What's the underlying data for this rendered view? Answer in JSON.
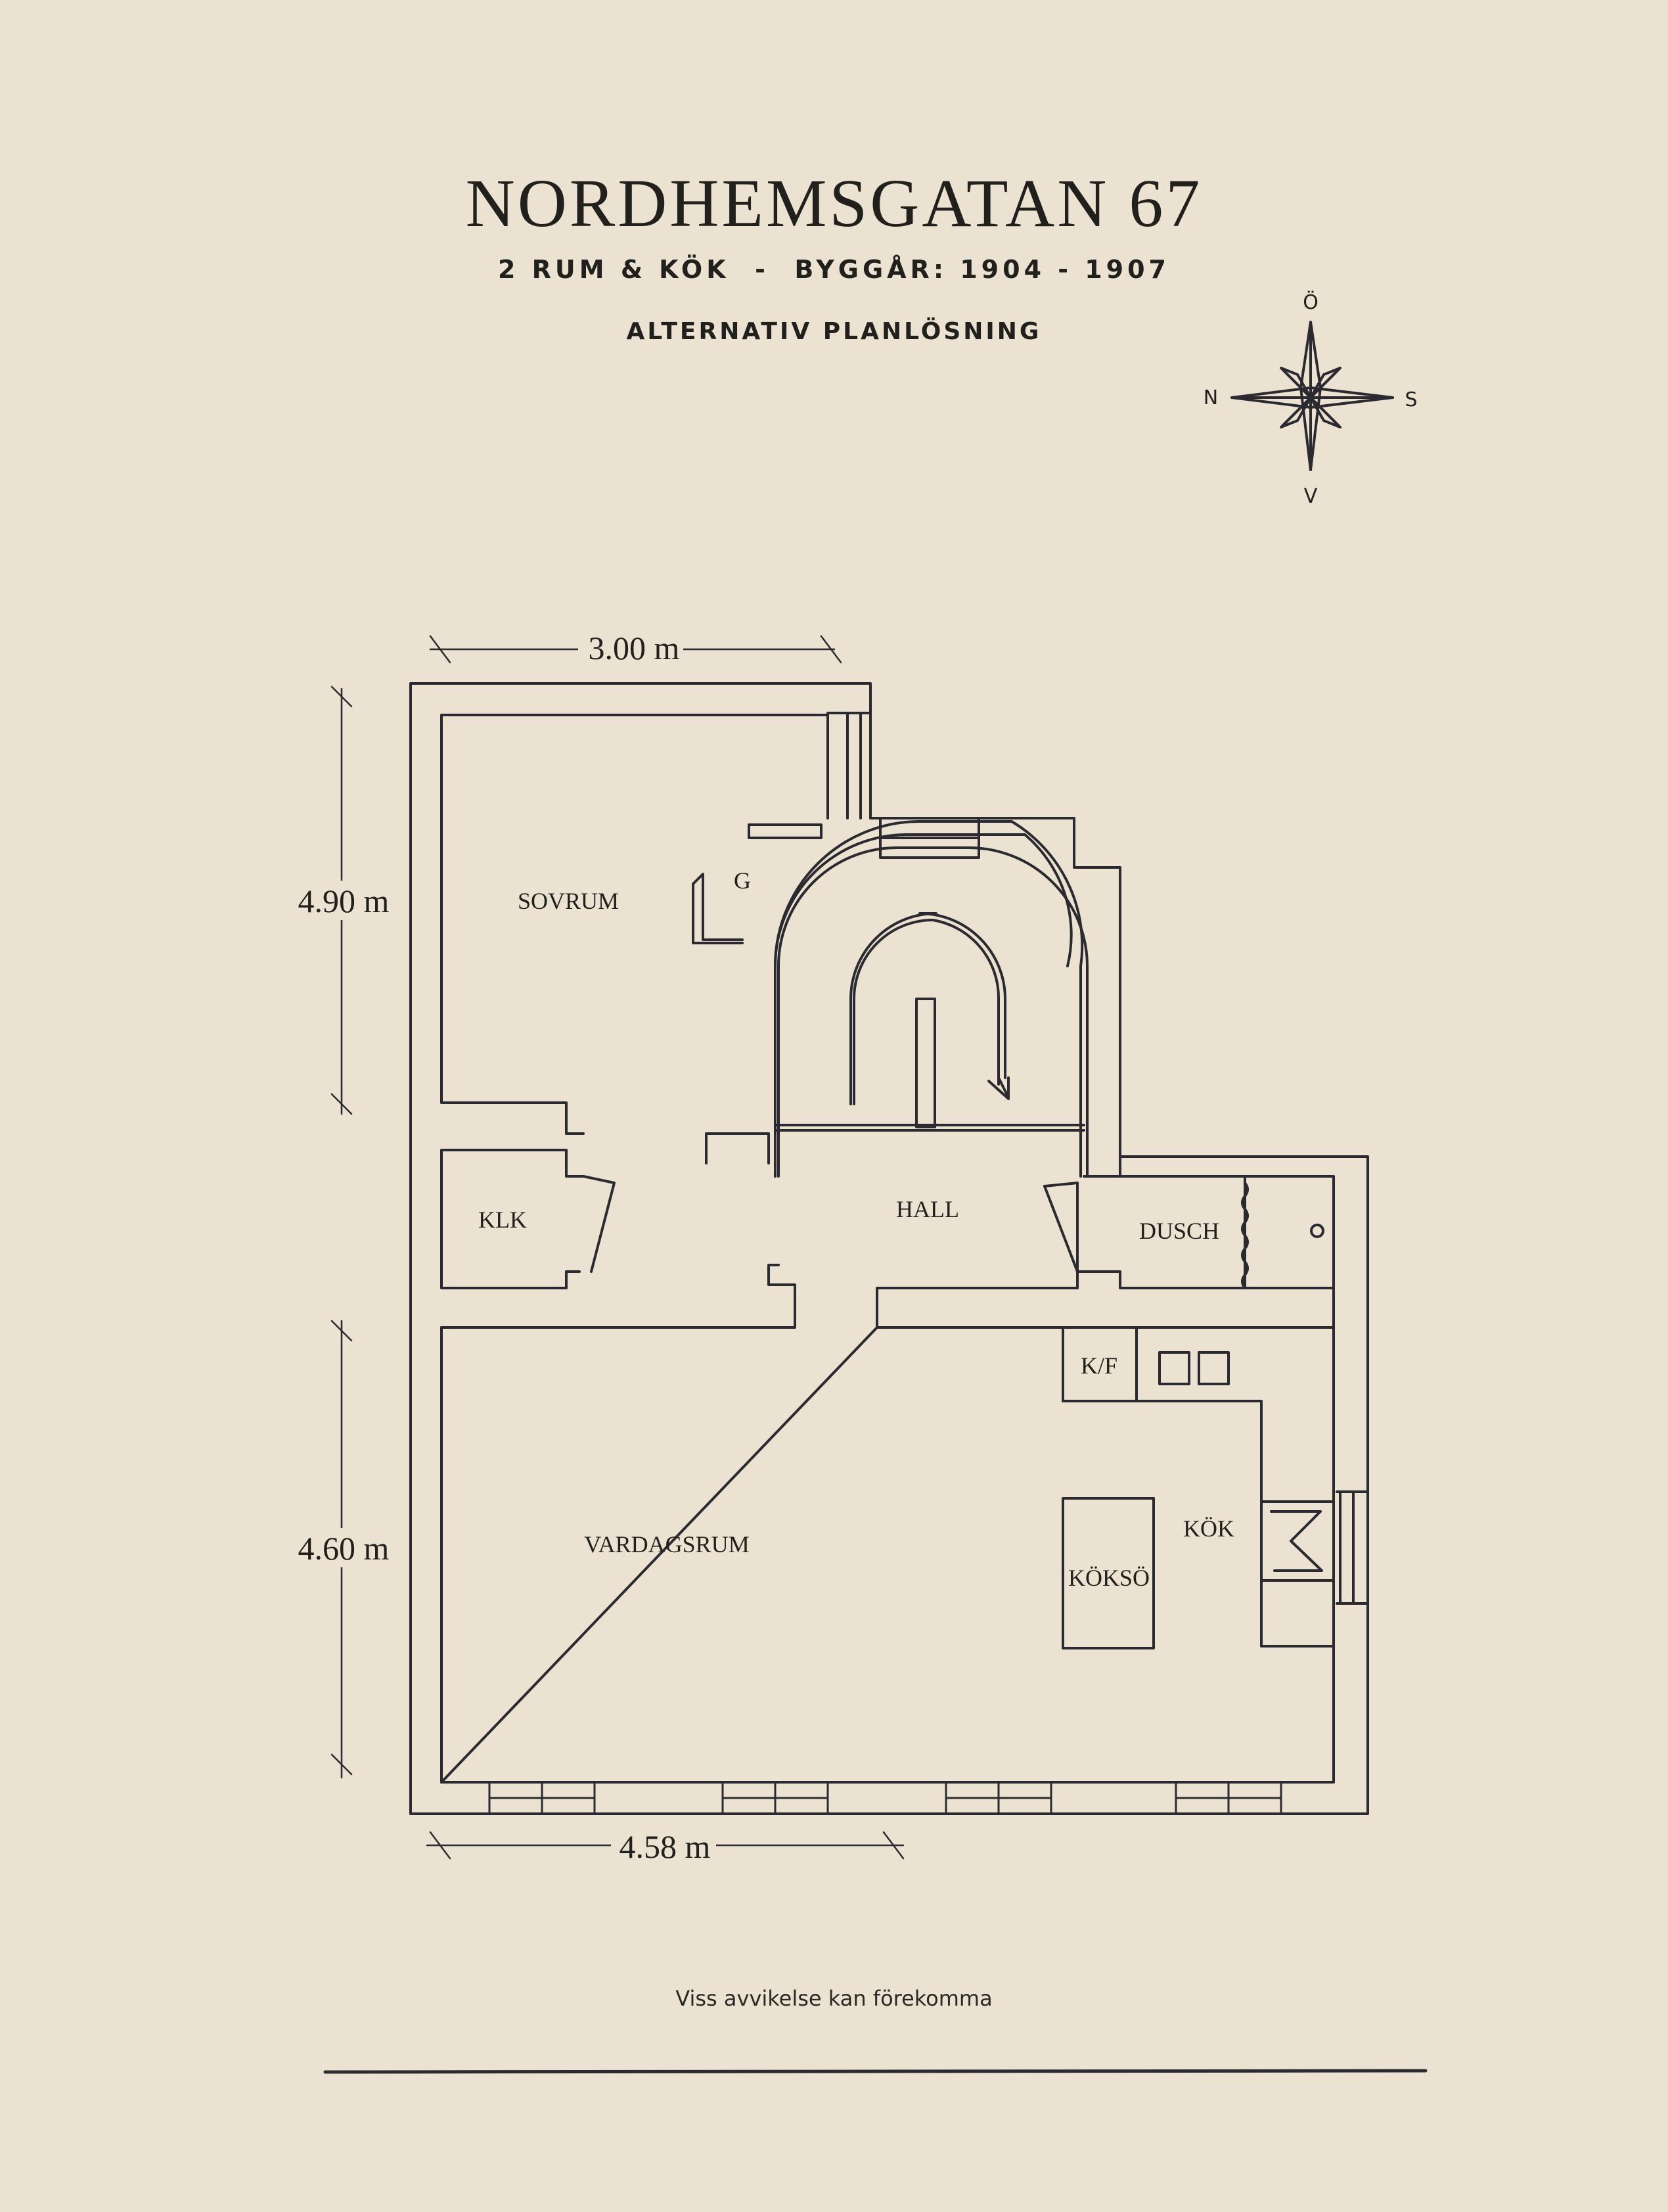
{
  "header": {
    "title": "NORDHEMSGATAN 67",
    "subtitle": "2 RUM & KÖK  -  BYGGÅR: 1904 - 1907",
    "subtitle2": "ALTERNATIV PLANLÖSNING"
  },
  "compass": {
    "north": "Ö",
    "west": "N",
    "east": "S",
    "south": "V"
  },
  "rooms": {
    "sovrum": "SOVRUM",
    "hall": "HALL",
    "klk": "KLK",
    "dusch": "DUSCH",
    "vardagsrum": "VARDAGSRUM",
    "kok": "KÖK",
    "koksö": "KÖKSÖ",
    "kf": "K/F",
    "g": "G"
  },
  "dimensions": {
    "top": "3.00 m",
    "left_upper": "4.90 m",
    "left_lower": "4.60 m",
    "bottom": "4.58 m"
  },
  "footer": {
    "disclaimer": "Viss avvikelse kan förekomma"
  },
  "colors": {
    "background": "#ebe2d1",
    "ink": "#22201c"
  }
}
